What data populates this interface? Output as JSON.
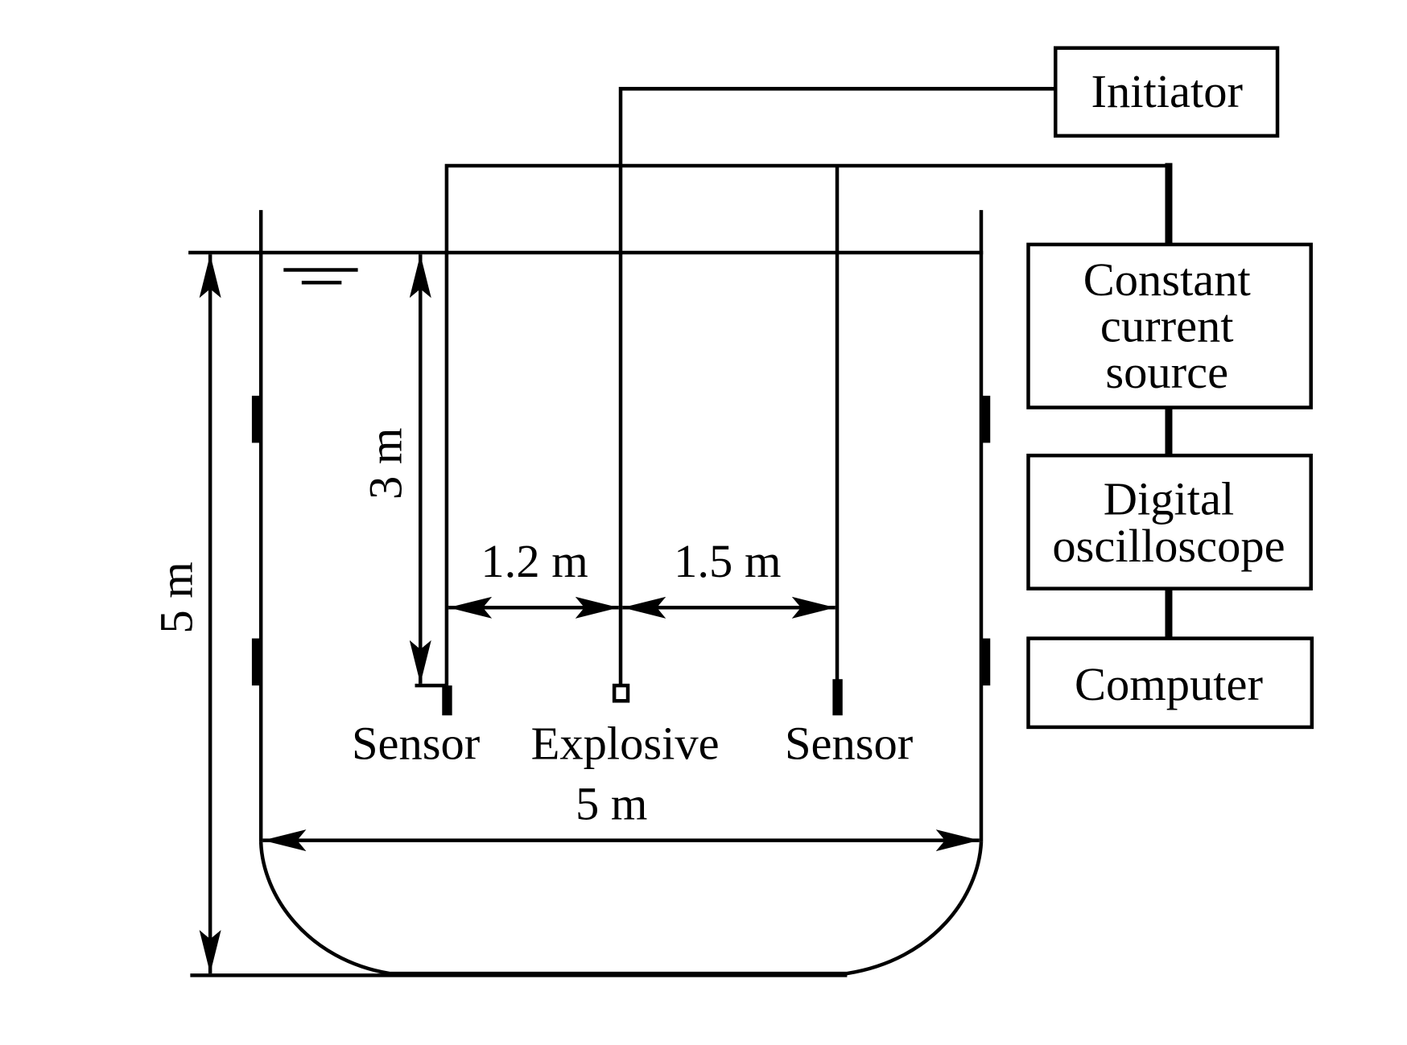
{
  "diagram": {
    "boxes": {
      "initiator": "Initiator",
      "constant_current_source": [
        "Constant",
        "current",
        "source"
      ],
      "digital_oscilloscope": [
        "Digital",
        "oscilloscope"
      ],
      "computer": "Computer"
    },
    "labels": {
      "sensor_left": "Sensor",
      "explosive": "Explosive",
      "sensor_right": "Sensor"
    },
    "dimensions": {
      "total_depth": "5 m",
      "charge_depth": "3 m",
      "sensor_left_distance": "1.2 m",
      "sensor_right_distance": "1.5 m",
      "tank_width": "5 m"
    }
  }
}
